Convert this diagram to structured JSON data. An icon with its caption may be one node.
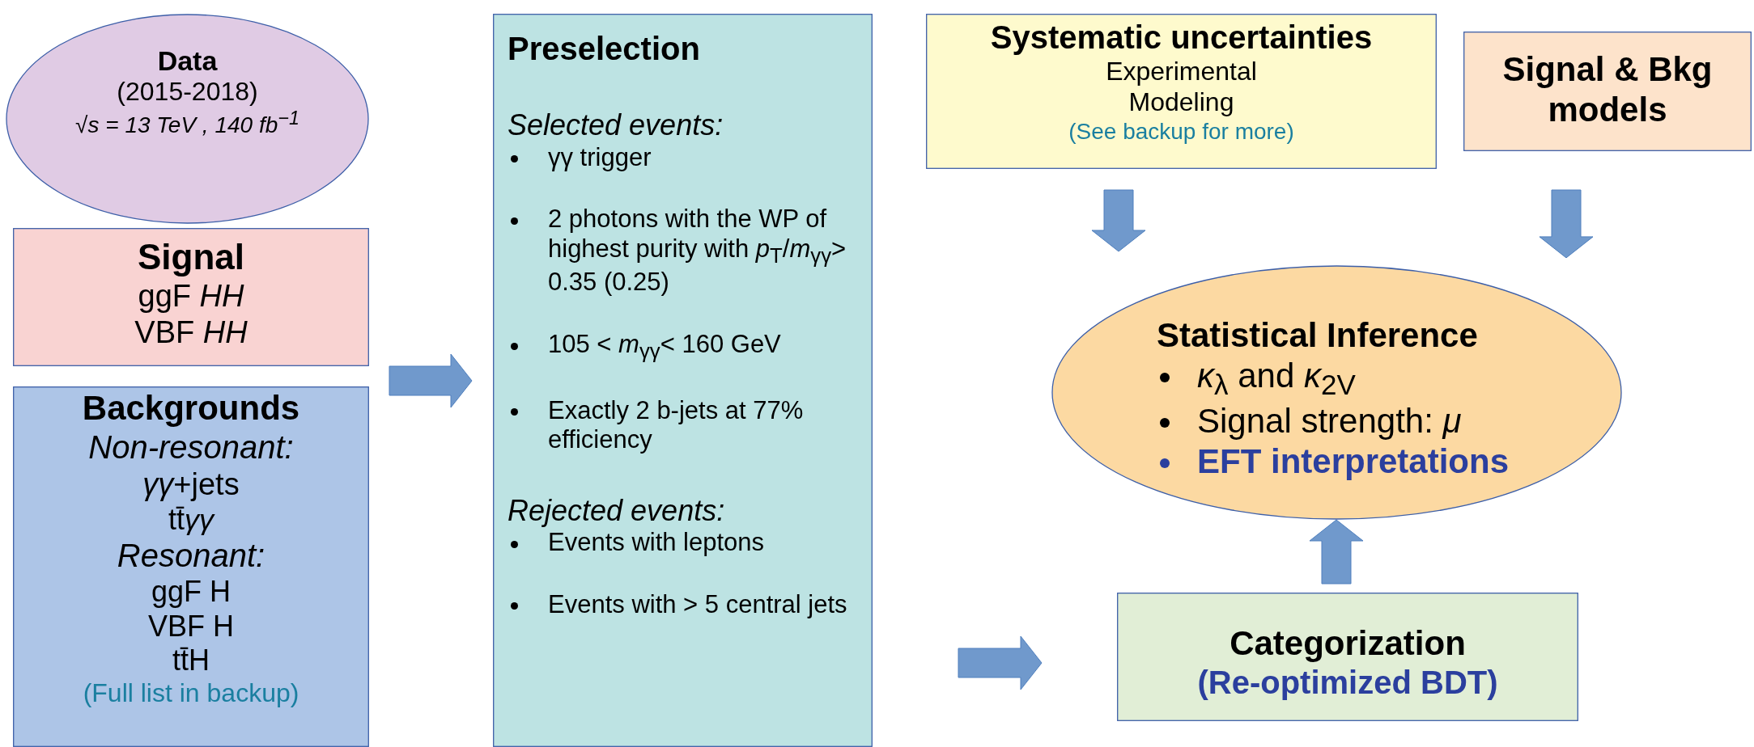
{
  "diagram": {
    "nodes": [
      {
        "text": [
          "Data",
          "(2015-2018)",
          "√s = 13 TeV ,  140 fb$^{−1}$"
        ]
      },
      {
        "text": [
          "Signal",
          "ggF *HH*",
          "VBF *HH*"
        ]
      },
      {
        "text": [
          "Backgrounds",
          "Non-resonant:",
          "*γγ*+jets",
          "tt̄*γγ*",
          "Resonant:",
          "ggF H",
          "VBF H",
          "tt̄H",
          "(Full list in backup)"
        ]
      },
      {
        "text": [
          "Preselection",
          "Selected events:",
          "γγ trigger",
          "2 photons with the WP of highest purity with *p*$_{T}$/*m*$_{γγ}$> 0.35 (0.25)",
          "105 < *m*$_{γγ}$< 160 GeV",
          "Exactly 2 b-jets at 77% efficiency",
          "Rejected events:",
          "Events with leptons",
          "Events with > 5 central jets"
        ]
      },
      {
        "text": [
          "Systematic uncertainties",
          "Experimental",
          "Modeling",
          "(See backup for more)"
        ]
      },
      {
        "text": [
          "Signal & Bkg models"
        ]
      },
      {
        "text": [
          "Statistical Inference",
          "*κ*$_{λ}$ and *κ*$_{2V}$",
          "Signal strength: *μ*",
          "EFT interpretations"
        ]
      },
      {
        "text": [
          "Categorization",
          "(Re-optimized BDT)"
        ]
      }
    ],
    "edges": [
      {
        "from": null,
        "to": 3,
        "arrow": "to"
      },
      {
        "from": 3,
        "to": 7,
        "arrow": "to"
      },
      {
        "from": 4,
        "to": 6,
        "arrow": "to"
      },
      {
        "from": 5,
        "to": 6,
        "arrow": "to"
      },
      {
        "from": 7,
        "to": 6,
        "arrow": "to"
      }
    ]
  }
}
